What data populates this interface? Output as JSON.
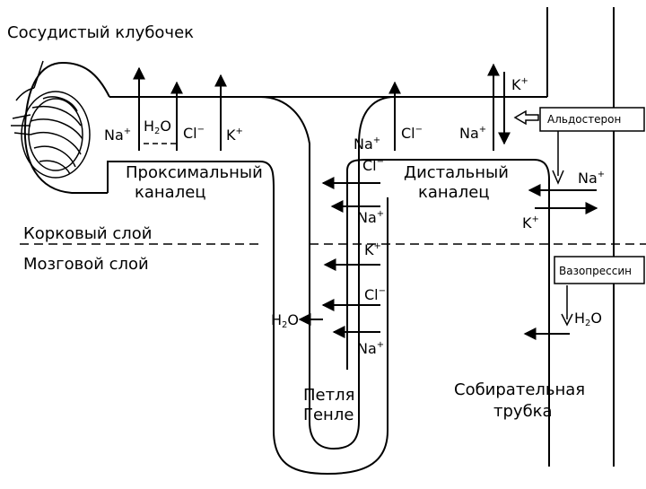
{
  "labels": {
    "glomerulus": "Сосудистый клубочек",
    "proximal_1": "Проксимальный",
    "proximal_2": "каналец",
    "distal_1": "Дистальный",
    "distal_2": "каналец",
    "cortex": "Корковый слой",
    "medulla": "Мозговой слой",
    "loop_1": "Петля",
    "loop_2": "Генле",
    "collecting_1": "Собирательная",
    "collecting_2": "трубка"
  },
  "hormones": {
    "aldosterone": "Альдостерон",
    "vasopressin": "Вазопрессин"
  },
  "ions": {
    "na": "Na",
    "k": "K",
    "cl": "Cl",
    "h2o_h": "H",
    "h2o_2": "2",
    "h2o_o": "O",
    "plus": "+",
    "minus": "−"
  }
}
